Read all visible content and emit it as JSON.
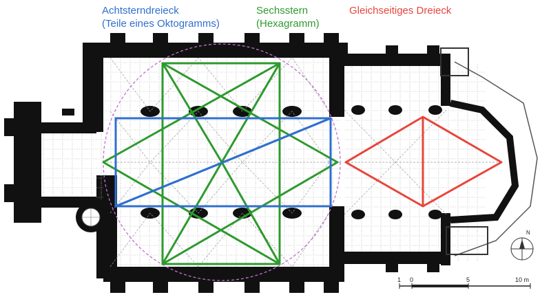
{
  "legend": {
    "blue": {
      "line1": "Achtsterndreieck",
      "line2": "(Teile eines Oktogramms)",
      "color": "#2f6fce"
    },
    "green": {
      "line1": "Sechsstern",
      "line2": "(Hexagramm)",
      "color": "#2e9a2e"
    },
    "red": {
      "line1": "Gleichseitiges Dreieck",
      "color": "#e8453c"
    }
  },
  "scale": {
    "labels": [
      "1",
      "0",
      "5",
      "10 m"
    ]
  },
  "compass": {
    "north": "N"
  },
  "colors": {
    "wall": "#111111",
    "vault": "#8a8a8a",
    "circle": "#c070d0"
  }
}
